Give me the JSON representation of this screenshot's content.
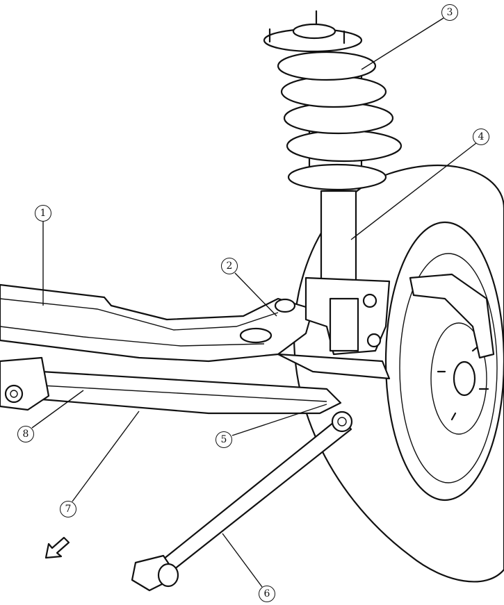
{
  "diagram": {
    "callouts": [
      {
        "id": "1",
        "label": "1"
      },
      {
        "id": "2",
        "label": "2"
      },
      {
        "id": "3",
        "label": "3"
      },
      {
        "id": "4",
        "label": "4"
      },
      {
        "id": "5",
        "label": "5"
      },
      {
        "id": "6",
        "label": "6"
      },
      {
        "id": "7",
        "label": "7"
      },
      {
        "id": "8",
        "label": "8"
      }
    ],
    "direction_arrow": "arrow-down-left-icon"
  }
}
